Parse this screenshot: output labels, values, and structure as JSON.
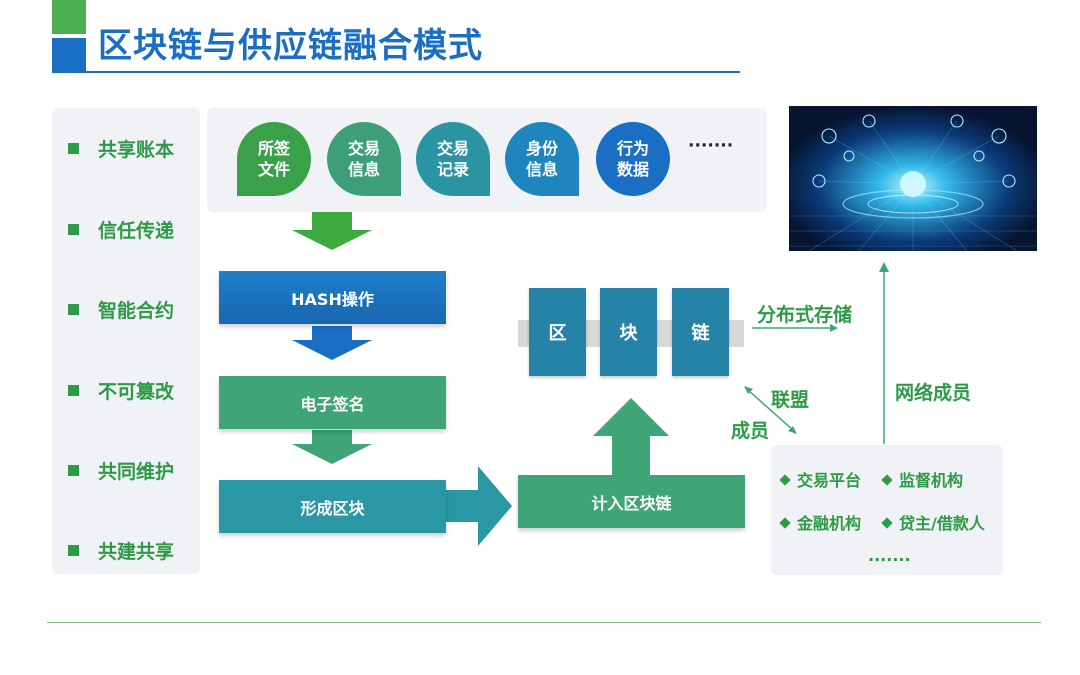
{
  "title": "区块链与供应链融合模式",
  "features": [
    "共享账本",
    "信任传递",
    "智能合约",
    "不可篡改",
    "共同维护",
    "共建共享"
  ],
  "data_items": [
    {
      "line1": "所签",
      "line2": "文件",
      "color": "#3aa04a"
    },
    {
      "line1": "交易",
      "line2": "信息",
      "color": "#3d9e7a"
    },
    {
      "line1": "交易",
      "line2": "记录",
      "color": "#2a94a3"
    },
    {
      "line1": "身份",
      "line2": "信息",
      "color": "#1f86bd"
    },
    {
      "line1": "行为",
      "line2": "数据",
      "color": "#1a6fc4"
    }
  ],
  "data_more": "·······",
  "steps": {
    "hash": "HASH操作",
    "sign": "电子签名",
    "form_block": "形成区块",
    "add_chain": "计入区块链"
  },
  "chain_blocks": [
    "区",
    "块",
    "链"
  ],
  "labels": {
    "distributed_storage": "分布式存储",
    "alliance_1": "联盟",
    "alliance_2": "成员",
    "network_members": "网络成员"
  },
  "members": {
    "row1": [
      "交易平台",
      "监督机构"
    ],
    "row2": [
      "金融机构",
      "贷主/借款人"
    ],
    "more": "·······"
  },
  "colors": {
    "brand_blue": "#1a6fc4",
    "brand_green": "#2e9a47"
  }
}
